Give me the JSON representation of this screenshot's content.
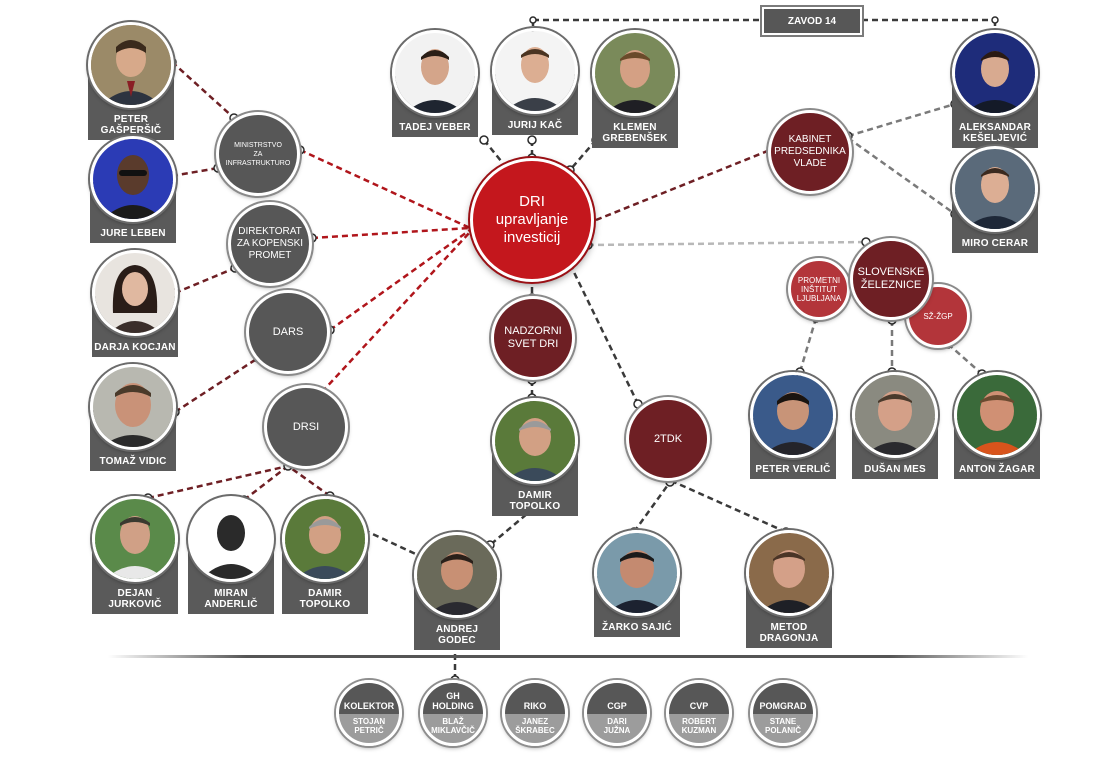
{
  "central": {
    "line1": "DRI",
    "line2": "upravljanje",
    "line3": "investicij"
  },
  "zavod": "ZAVOD 14",
  "institutions": {
    "ministrstvo": {
      "l1": "MINISTRSTVO",
      "l2": "ZA",
      "l3": "INFRASTRUKTURO"
    },
    "direktorat": {
      "l1": "DIREKTORAT",
      "l2": "ZA KOPENSKI",
      "l3": "PROMET"
    },
    "dars": "DARS",
    "drsi": "DRSI",
    "nadzorni": {
      "l1": "NADZORNI",
      "l2": "SVET DRI"
    },
    "tdk": "2TDK",
    "kabinet": {
      "l1": "KABINET",
      "l2": "PREDSEDNIKA",
      "l3": "VLADE"
    },
    "zeleznice": {
      "l1": "SLOVENSKE",
      "l2": "ŽELEZNICE"
    },
    "prometni": {
      "l1": "PROMETNI",
      "l2": "INŠTITUT",
      "l3": "LJUBLJANA"
    },
    "szzgp": "SŽ-ŽGP"
  },
  "people": {
    "peter_gasper": {
      "l1": "PETER",
      "l2": "GAŠPERŠIČ"
    },
    "jure_leben": {
      "l1": "JURE LEBEN",
      "l2": ""
    },
    "darja_kocjan": {
      "l1": "DARJA  KOCJAN",
      "l2": ""
    },
    "tomaz_vidic": {
      "l1": "TOMAŽ VIDIC",
      "l2": ""
    },
    "tadej_veber": {
      "l1": "TADEJ VEBER",
      "l2": ""
    },
    "jurij_kac": {
      "l1": "JURIJ KAČ",
      "l2": ""
    },
    "klemen": {
      "l1": "KLEMEN",
      "l2": "GREBENŠEK"
    },
    "aleksandar": {
      "l1": "ALEKSANDAR",
      "l2": "KEŠELJEVIĆ"
    },
    "miro_cerar": {
      "l1": "MIRO CERAR",
      "l2": ""
    },
    "peter_verlic": {
      "l1": "PETER VERLIČ",
      "l2": ""
    },
    "dusan_mes": {
      "l1": "DUŠAN MES",
      "l2": ""
    },
    "anton_zagar": {
      "l1": "ANTON ŽAGAR",
      "l2": ""
    },
    "damir_topolko_1": {
      "l1": "DAMIR TOPOLKO",
      "l2": ""
    },
    "dejan_jurkovic": {
      "l1": "DEJAN JURKOVIČ",
      "l2": ""
    },
    "miran_anderlic": {
      "l1": "MIRAN ANDERLIČ",
      "l2": ""
    },
    "damir_topolko_2": {
      "l1": "DAMIR TOPOLKO",
      "l2": ""
    },
    "andrej_godec": {
      "l1": "ANDREJ GODEC",
      "l2": ""
    },
    "zarko_sajic": {
      "l1": "ŽARKO SAJIĆ",
      "l2": ""
    },
    "metod_dragonja": {
      "l1": "METOD",
      "l2": "DRAGONJA"
    }
  },
  "companies": [
    {
      "name": "KOLEKTOR",
      "person1": "STOJAN",
      "person2": "PETRIČ"
    },
    {
      "name1": "GH",
      "name2": "HOLDING",
      "person1": "BLAŽ",
      "person2": "MIKLAVČIČ"
    },
    {
      "name": "RIKO",
      "person1": "JANEZ",
      "person2": "ŠKRABEC"
    },
    {
      "name": "CGP",
      "person1": "DARI",
      "person2": "JUŽNA"
    },
    {
      "name": "CVP",
      "person1": "ROBERT",
      "person2": "KUZMAN"
    },
    {
      "name": "POMGRAD",
      "person1": "STANE",
      "person2": "POLANIČ"
    }
  ],
  "colors": {
    "red": "#c4171d",
    "maroon": "#6e1f24",
    "gray": "#575757",
    "pink": "#b3353a"
  }
}
